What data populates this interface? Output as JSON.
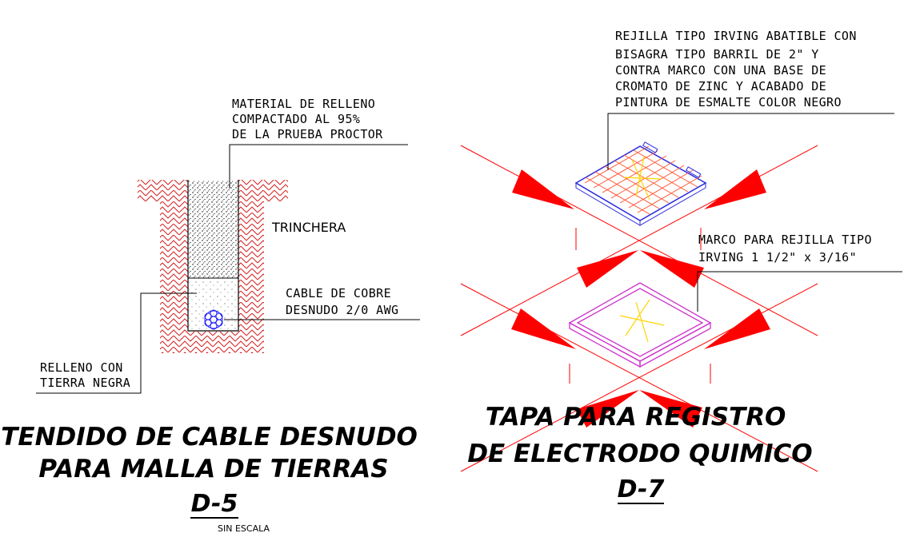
{
  "left_detail": {
    "note_fill": [
      "MATERIAL DE RELLENO",
      "COMPACTADO AL 95%",
      "DE LA PRUEBA PROCTOR"
    ],
    "label_trench": "TRINCHERA",
    "note_cable": [
      "CABLE DE COBRE",
      "DESNUDO 2/0 AWG"
    ],
    "note_backfill": [
      "RELLENO CON",
      "TIERRA NEGRA"
    ],
    "title_lines": [
      "TENDIDO DE CABLE DESNUDO",
      "PARA MALLA DE TIERRAS"
    ],
    "code": "D-5",
    "scale": "SIN ESCALA"
  },
  "right_detail": {
    "note_grate": [
      "REJILLA TIPO IRVING ABATIBLE CON",
      "BISAGRA TIPO BARRIL DE 2\" Y",
      "CONTRA MARCO CON UNA BASE DE",
      "CROMATO DE ZINC Y ACABADO DE",
      "PINTURA DE ESMALTE COLOR NEGRO"
    ],
    "note_frame": [
      "MARCO PARA REJILLA TIPO",
      "IRVING 1 1/2\" x 3/16\""
    ],
    "title_lines": [
      "TAPA PARA REGISTRO",
      "DE ELECTRODO QUIMICO"
    ],
    "code": "D-7"
  },
  "colors": {
    "lines": "#000000",
    "hatch": "#d42020",
    "arrows": "#ff0000",
    "grate": "#2a2ae0",
    "frame": "#cc33cc",
    "accent": "#ffd400",
    "cable": "#1a1aff"
  }
}
